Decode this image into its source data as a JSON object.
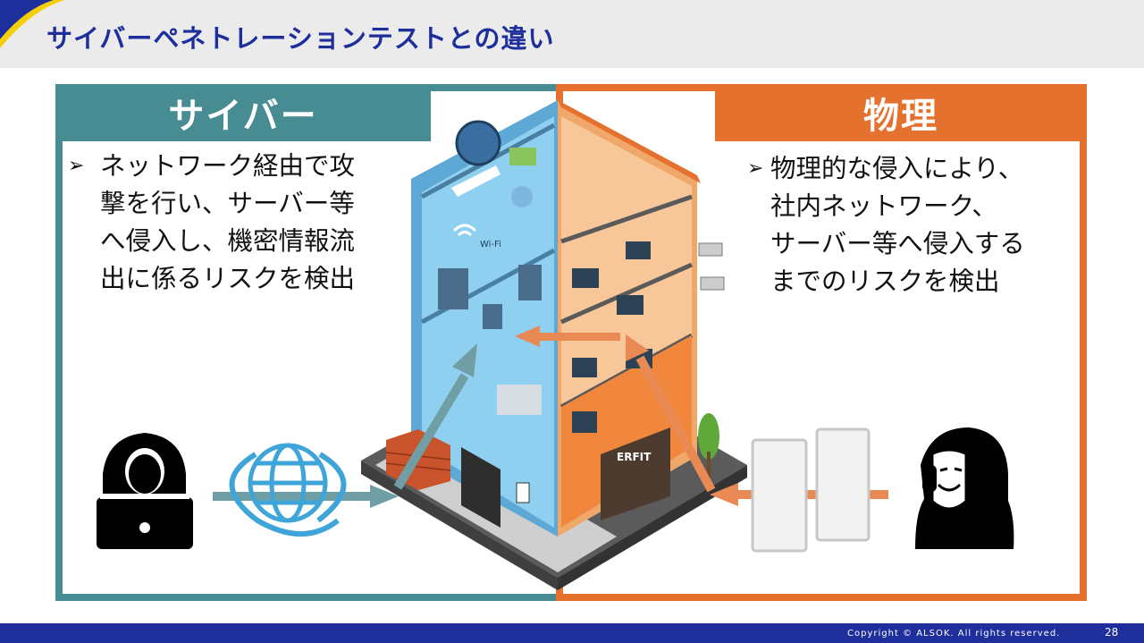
{
  "header": {
    "title": "サイバーペネトレーションテストとの違い"
  },
  "cyber": {
    "heading": "サイバー",
    "bullet": "➢",
    "lines": [
      "ネットワーク経由で攻",
      "撃を行い、サーバー等",
      "へ侵入し、機密情報流",
      "出に係るリスクを検出"
    ]
  },
  "physical": {
    "heading": "物理",
    "bullet": "➢",
    "lines": [
      "物理的な侵入により、",
      "社内ネットワーク、",
      "サーバー等へ侵入する",
      "までのリスクを検出"
    ]
  },
  "building": {
    "sign_text": "ERFIT",
    "wifi_label": "Wi-Fi"
  },
  "footer": {
    "copyright": "Copyright © ALSOK. All rights reserved.",
    "page_number": "28"
  },
  "colors": {
    "brand_navy": "#1e2f9c",
    "cyber_teal": "#478c93",
    "physical_orange": "#e4712e"
  }
}
